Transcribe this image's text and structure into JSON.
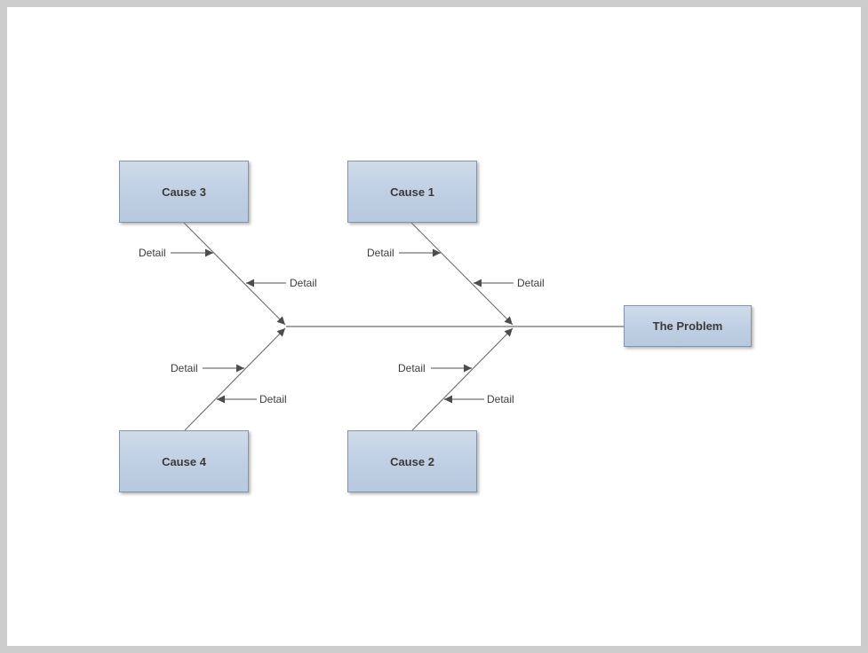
{
  "diagram": {
    "type": "fishbone-cause-effect",
    "problem": {
      "label": "The Problem"
    },
    "causes": [
      {
        "label": "Cause 1"
      },
      {
        "label": "Cause 2"
      },
      {
        "label": "Cause 3"
      },
      {
        "label": "Cause 4"
      }
    ],
    "details": [
      "Detail",
      "Detail",
      "Detail",
      "Detail",
      "Detail",
      "Detail",
      "Detail",
      "Detail"
    ],
    "colors": {
      "node_fill_top": "#cedbea",
      "node_fill_bottom": "#b7c9df",
      "node_border": "#8794a6",
      "spine_line": "#868686",
      "bone_line": "#6e6e6e",
      "detail_arrow_line": "#8c8c8c",
      "arrowhead": "#4d4d4d",
      "text": "#3a3a3a",
      "frame": "#cccccc",
      "background": "#ffffff"
    }
  }
}
